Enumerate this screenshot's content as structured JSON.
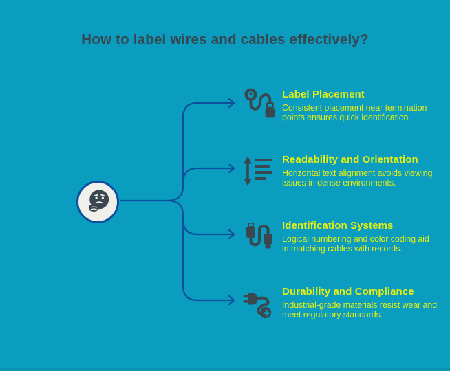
{
  "title": "How to label wires and cables effectively?",
  "colors": {
    "background": "#0A9DBF",
    "bottom_bar": "#0894B2",
    "connector_blue": "#0D4F9C",
    "heading_yellow": "#E5EE14",
    "title_dark": "#37474F",
    "icon_dark": "#3A474E",
    "circle_fill": "#EFEFEB"
  },
  "center": {
    "icon": "thinking-face-icon"
  },
  "items": [
    {
      "icon": "cable-label-tag-icon",
      "title": "Label Placement",
      "description": "Consistent placement near termination\npoints ensures quick identification."
    },
    {
      "icon": "text-line-spacing-icon",
      "title": "Readability and Orientation",
      "description": "Horizontal text alignment avoids viewing\nissues in dense environments."
    },
    {
      "icon": "connected-cables-icon",
      "title": "Identification Systems",
      "description": "Logical numbering and color coding aid\nin matching cables with records."
    },
    {
      "icon": "eco-plug-icon",
      "title": "Durability and Compliance",
      "description": "Industrial-grade materials resist wear and\nmeet regulatory standards."
    }
  ]
}
